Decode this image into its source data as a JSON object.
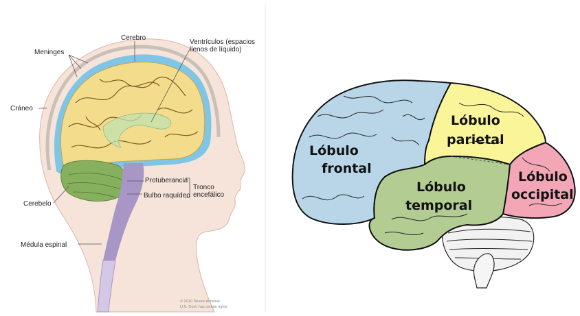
{
  "colors": {
    "cerebro": "#f3dd8c",
    "meninges": "#7fc6e6",
    "cerebelo": "#86b05e",
    "tronco": "#a796c6",
    "piel": "#f6e3da",
    "frontal": "#b8d6e8",
    "parietal": "#fbf59a",
    "temporal": "#b2cc92",
    "occipital": "#f2a6b6"
  },
  "left_diagram": {
    "labels": {
      "cerebro": "Cerebro",
      "ventriculos_1": "Ventrículos (espacios",
      "ventriculos_2": "llenos de líquido)",
      "meninges": "Meninges",
      "craneo": "Cráneo",
      "protuberancia": "Protuberancia",
      "bulbo": "Bulbo raquídeo",
      "tronco_1": "Tronco",
      "tronco_2": "encefálico",
      "cerebelo": "Cerebelo",
      "medula": "Médula espinal"
    },
    "copyright_1": "© 2010 Terese Winslow",
    "copyright_2": "U.S. Govt. has certain rights"
  },
  "right_diagram": {
    "lobes": {
      "frontal_1": "Lóbulo",
      "frontal_2": "frontal",
      "parietal_1": "Lóbulo",
      "parietal_2": "parietal",
      "temporal_1": "Lóbulo",
      "temporal_2": "temporal",
      "occipital_1": "Lóbulo",
      "occipital_2": "occipital"
    }
  }
}
